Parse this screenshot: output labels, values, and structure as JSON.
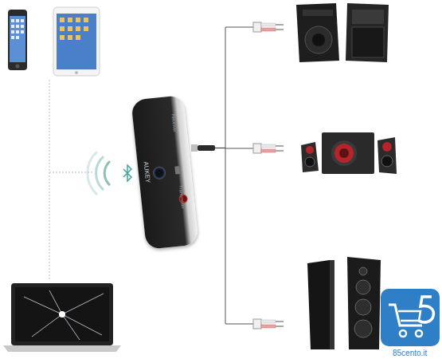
{
  "diagram": {
    "nodes": [
      {
        "text": [
          "Receiver",
          "AUKEY",
          "Transmitter"
        ]
      }
    ],
    "labels": [
      "85cento.it"
    ]
  }
}
